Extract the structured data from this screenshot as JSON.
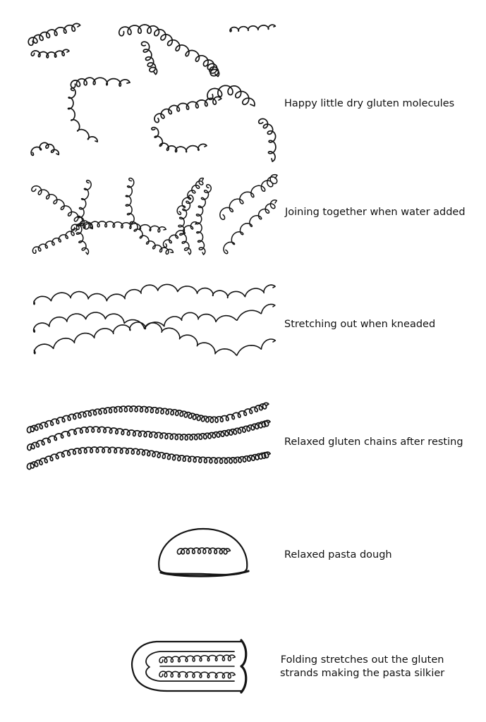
{
  "diagram": {
    "stages": [
      {
        "id": "dry",
        "caption": "Happy little dry gluten molecules",
        "illustration": "scattered-coiled-strands"
      },
      {
        "id": "hydrated",
        "caption": "Joining together when water added",
        "illustration": "tangled-coiled-network"
      },
      {
        "id": "kneaded",
        "caption": "Stretching out when kneaded",
        "illustration": "stretched-wavy-strands"
      },
      {
        "id": "rested",
        "caption": "Relaxed gluten chains after resting",
        "illustration": "tightly-coiled-wavy-strands"
      },
      {
        "id": "dough",
        "caption": "Relaxed pasta dough",
        "illustration": "dough-lump-with-coil"
      },
      {
        "id": "folded",
        "caption_lines": [
          "Folding stretches out the gluten",
          "strands making the pasta silkier"
        ],
        "illustration": "folded-dough-with-coils"
      }
    ],
    "ink_color": "#141414"
  }
}
